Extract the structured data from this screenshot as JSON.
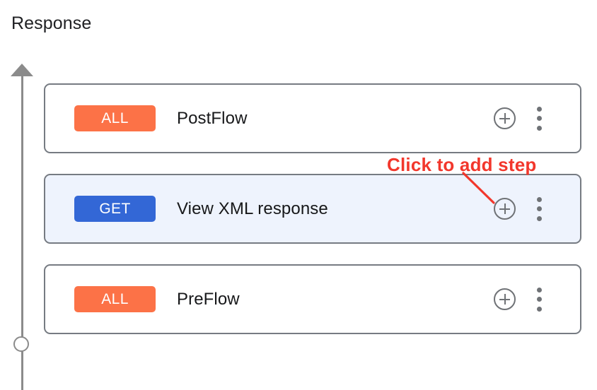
{
  "header": {
    "title": "Response"
  },
  "flow_axis": {
    "arrow_icon": "arrow-up-icon",
    "endpoint_icon": "circle-endpoint-icon",
    "direction": "up"
  },
  "steps": [
    {
      "badge": "ALL",
      "badge_type": "all",
      "label": "PostFlow",
      "selected": false,
      "add_icon": "plus-circle-icon",
      "more_icon": "more-vertical-icon"
    },
    {
      "badge": "GET",
      "badge_type": "get",
      "label": "View XML response",
      "selected": true,
      "add_icon": "plus-circle-icon",
      "more_icon": "more-vertical-icon"
    },
    {
      "badge": "ALL",
      "badge_type": "all",
      "label": "PreFlow",
      "selected": false,
      "add_icon": "plus-circle-icon",
      "more_icon": "more-vertical-icon"
    }
  ],
  "annotation": {
    "text": "Click to add step",
    "color": "#f2372c",
    "points_to": "add-step-button-row-2"
  },
  "colors": {
    "badge_all": "#fc7247",
    "badge_get": "#3367d6",
    "card_border": "#767b82",
    "selected_row_background": "#eef3fd",
    "axis": "#8b8b8b",
    "icon": "#6f7276",
    "annotation": "#f2372c"
  }
}
